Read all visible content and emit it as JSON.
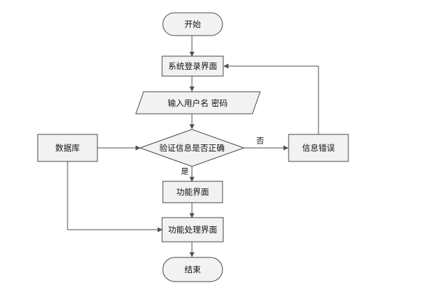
{
  "diagram": {
    "nodes": {
      "start": "开始",
      "login": "系统登录界面",
      "input": "输入用户名 密码",
      "verify": "验证信息是否正确",
      "database": "数据库",
      "error": "信息错误",
      "function_ui": "功能界面",
      "process_ui": "功能处理界面",
      "end": "结束"
    },
    "edge_labels": {
      "no": "否",
      "yes": "是"
    }
  }
}
